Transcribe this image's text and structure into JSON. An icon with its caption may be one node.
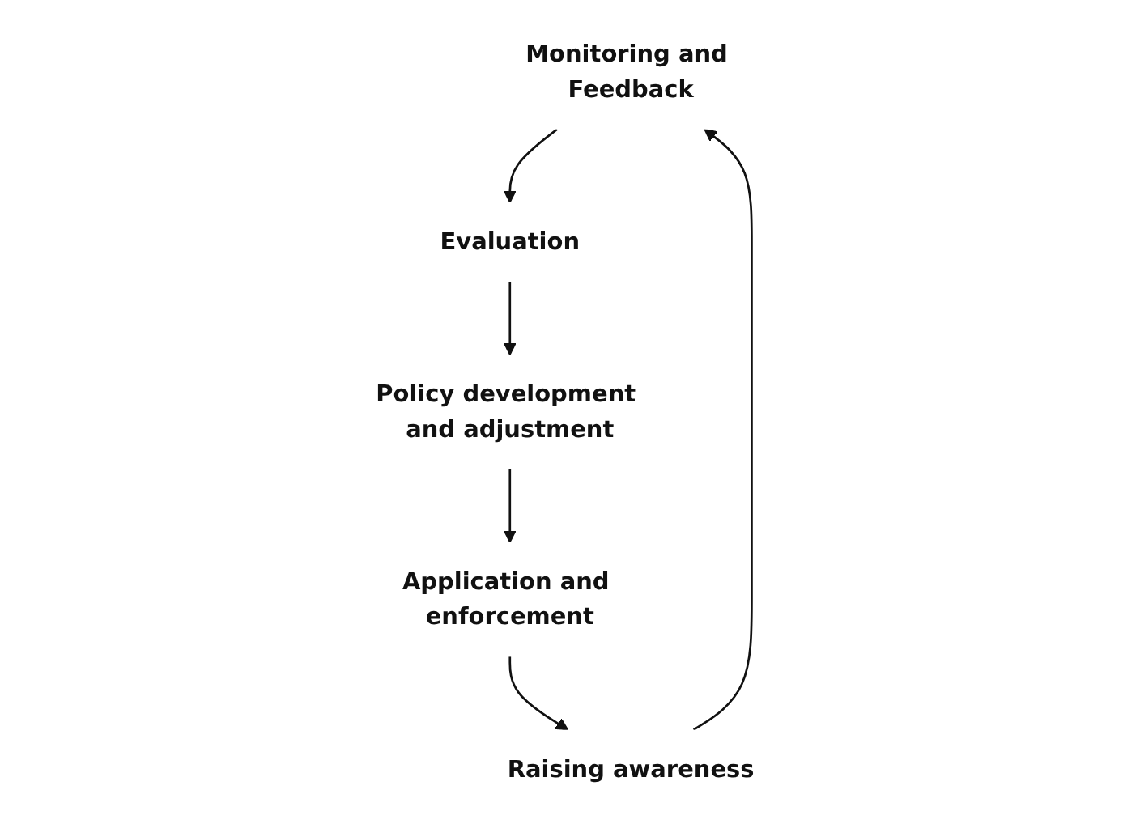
{
  "diagram": {
    "nodes": [
      {
        "text": [
          "Monitoring and Feedback"
        ]
      },
      {
        "text": [
          "Evaluation"
        ]
      },
      {
        "text": [
          "Policy development and adjustment"
        ]
      },
      {
        "text": [
          "Application and enforcement"
        ]
      },
      {
        "text": [
          "Raising awareness"
        ]
      }
    ],
    "edges": [
      {
        "from": 0,
        "to": 1,
        "arrow": "to"
      },
      {
        "from": 1,
        "to": 2,
        "arrow": "to"
      },
      {
        "from": 2,
        "to": 3,
        "arrow": "to"
      },
      {
        "from": 3,
        "to": 4,
        "arrow": "to"
      },
      {
        "from": 4,
        "to": 0,
        "arrow": "to"
      }
    ]
  }
}
